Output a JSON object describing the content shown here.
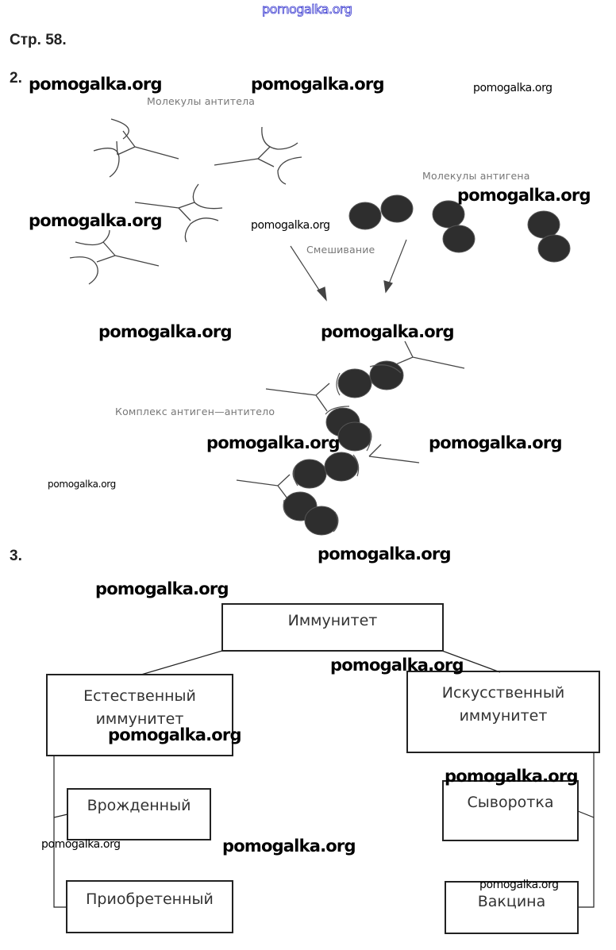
{
  "header": {
    "site_link": "pomogalka.org",
    "page_label": "Стр. 58."
  },
  "task2": {
    "number": "2.",
    "figure": {
      "antibody_label": "Молекулы антитела",
      "antigen_label": "Молекулы антигена",
      "mixing_label": "Смешивание",
      "complex_label": "Комплекс антиген—антитело"
    }
  },
  "task3": {
    "number": "3.",
    "diagram": {
      "root": "Иммунитет",
      "left": {
        "title_line1": "Естественный",
        "title_line2": "иммунитет",
        "children": [
          "Врожденный",
          "Приобретенный"
        ]
      },
      "right": {
        "title_line1": "Искусственный",
        "title_line2": "иммунитет",
        "children": [
          "Сыворотка",
          "Вакцина"
        ]
      }
    }
  },
  "watermark": "pomogalka.org",
  "colors": {
    "site_link": "#3a3ad0",
    "antigen_fill": "#2e2e2e",
    "box_border": "#222222"
  }
}
